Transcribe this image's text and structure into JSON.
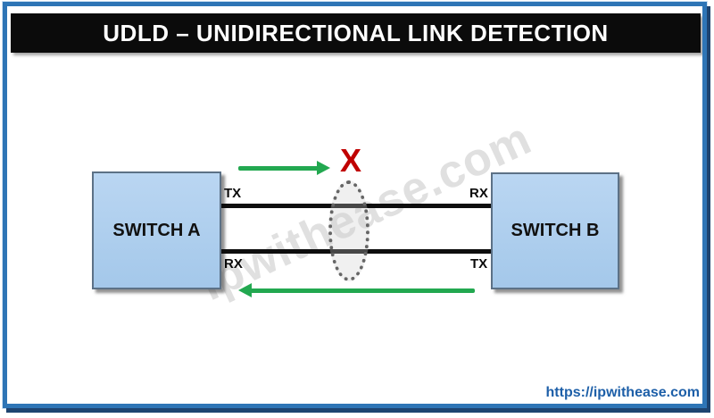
{
  "header": {
    "title": "UDLD – UNIDIRECTIONAL LINK DETECTION"
  },
  "diagram": {
    "switch_a": {
      "label": "SWITCH A",
      "tx_port": "TX",
      "rx_port": "RX"
    },
    "switch_b": {
      "label": "SWITCH B",
      "rx_port": "RX",
      "tx_port": "TX"
    },
    "failure_mark": "X",
    "watermark": "ipwithease.com"
  },
  "footer": {
    "url": "https://ipwithease.com"
  },
  "colors": {
    "frame_blue": "#2E75B6",
    "frame_shadow_navy": "#1E4470",
    "title_bg": "#0B0B0B",
    "title_text": "#FFFFFF",
    "switch_fill": "#A9CCEC",
    "switch_border": "#5C7186",
    "link_black": "#0D0D0D",
    "arrow_green": "#22A850",
    "fail_red": "#C00000",
    "url_blue": "#1D5FA8",
    "watermark_gray": "#9A9A9A"
  }
}
